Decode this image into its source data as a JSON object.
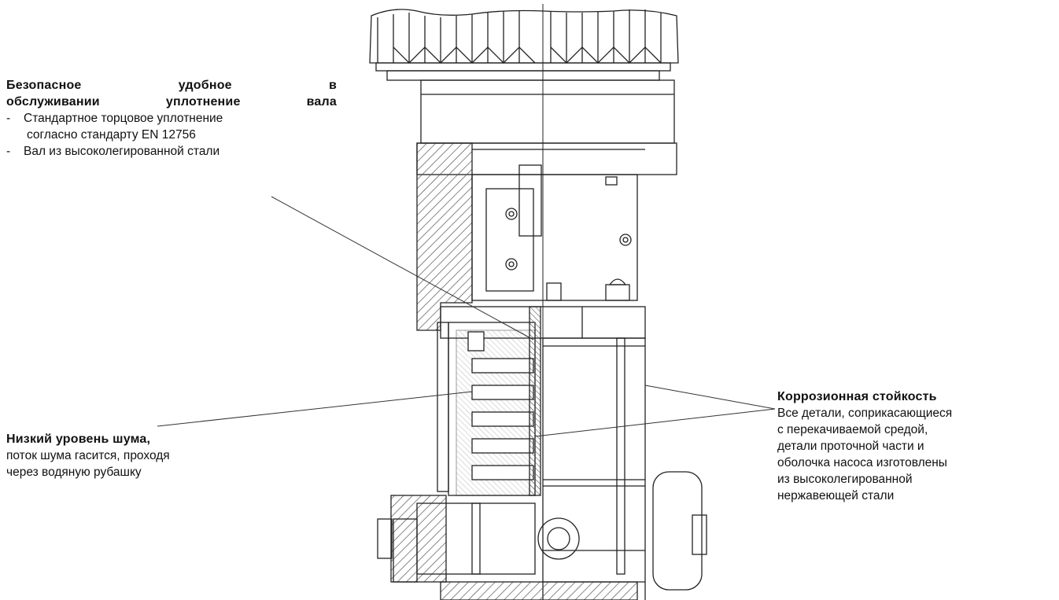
{
  "labels": {
    "seal": {
      "title_line1": "Безопасное удобное в",
      "title_line2": "обслуживании уплотнение вала",
      "bullets": [
        {
          "dash": "-",
          "line1": "Стандартное торцовое уплотнение",
          "line2": "согласно стандарту EN 12756"
        },
        {
          "dash": "-",
          "line1": "Вал из высоколегированной стали",
          "line2": ""
        }
      ]
    },
    "noise": {
      "title": "Низкий уровень шума,",
      "line1": "поток шума гасится, проходя",
      "line2": "через водяную рубашку"
    },
    "corrosion": {
      "title": "Коррозионная стойкость",
      "lines": [
        "Все детали, соприкасающиеся",
        "с перекачиваемой средой,",
        "детали проточной части и",
        "оболочка насоса изготовлены",
        "из высоколегированной",
        "нержавеющей стали"
      ]
    }
  },
  "colors": {
    "line": "#222222",
    "hatch": "#555555",
    "text": "#111111"
  }
}
